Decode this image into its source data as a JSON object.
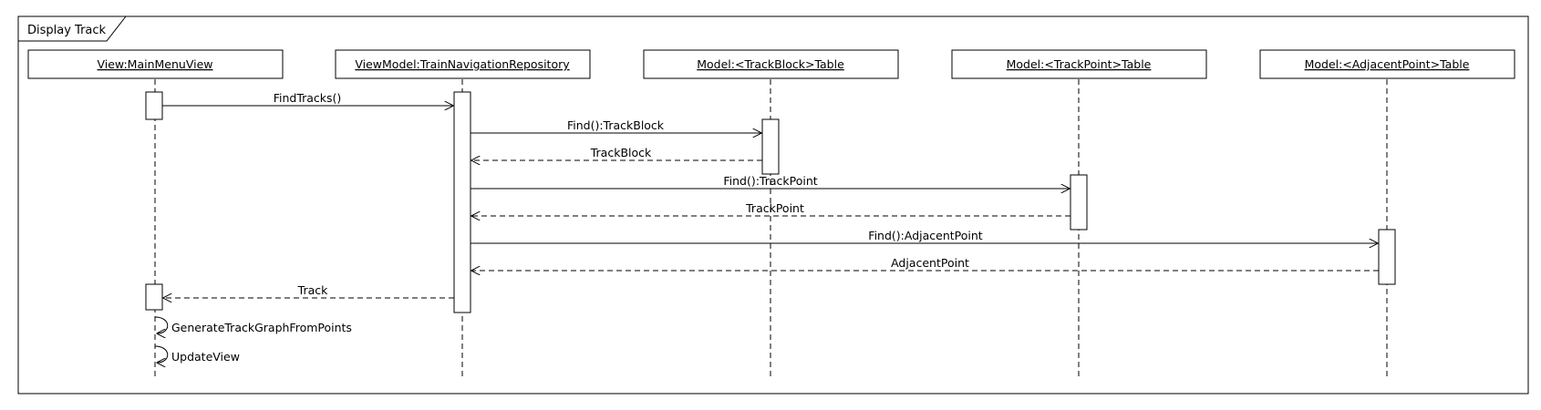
{
  "frame": {
    "title": "Display Track"
  },
  "lifelines": [
    {
      "id": "view",
      "label": "View:MainMenuView"
    },
    {
      "id": "vm",
      "label": "ViewModel:TrainNavigationRepository"
    },
    {
      "id": "block",
      "label": "Model:<TrackBlock>Table"
    },
    {
      "id": "point",
      "label": "Model:<TrackPoint>Table"
    },
    {
      "id": "adj",
      "label": "Model:<AdjacentPoint>Table"
    }
  ],
  "messages": [
    {
      "from": "view",
      "to": "vm",
      "label": "FindTracks()",
      "kind": "call"
    },
    {
      "from": "vm",
      "to": "block",
      "label": "Find():TrackBlock",
      "kind": "call"
    },
    {
      "from": "block",
      "to": "vm",
      "label": "TrackBlock",
      "kind": "return"
    },
    {
      "from": "vm",
      "to": "point",
      "label": "Find():TrackPoint",
      "kind": "call"
    },
    {
      "from": "point",
      "to": "vm",
      "label": "TrackPoint",
      "kind": "return"
    },
    {
      "from": "vm",
      "to": "adj",
      "label": "Find():AdjacentPoint",
      "kind": "call"
    },
    {
      "from": "adj",
      "to": "vm",
      "label": "AdjacentPoint",
      "kind": "return"
    },
    {
      "from": "vm",
      "to": "view",
      "label": "Track",
      "kind": "return"
    }
  ],
  "self_messages": [
    {
      "on": "view",
      "label": "GenerateTrackGraphFromPoints"
    },
    {
      "on": "view",
      "label": "UpdateView"
    }
  ]
}
